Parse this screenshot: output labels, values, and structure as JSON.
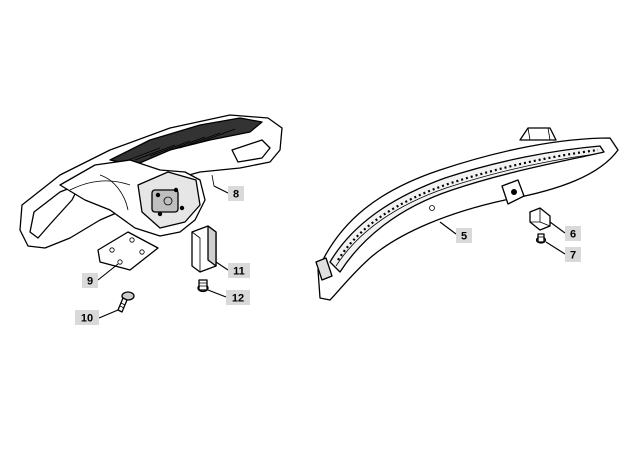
{
  "callouts": {
    "c5": "5",
    "c6": "6",
    "c7": "7",
    "c8": "8",
    "c9": "9",
    "c10": "10",
    "c11": "11",
    "c12": "12"
  }
}
